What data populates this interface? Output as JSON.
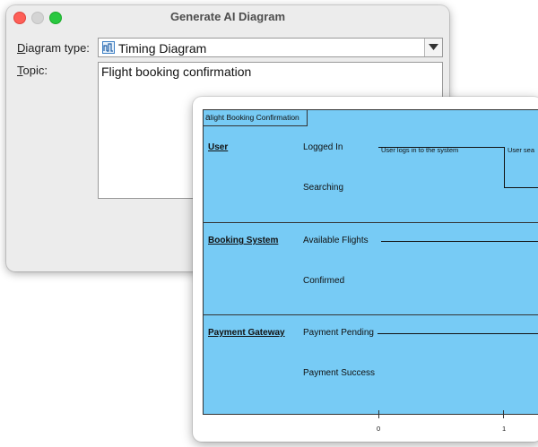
{
  "dialog": {
    "title": "Generate AI Diagram",
    "diagram_type_label_mnemonic": "D",
    "diagram_type_label_rest": "iagram type:",
    "diagram_type_value": "Timing Diagram",
    "topic_label_mnemonic": "T",
    "topic_label_rest": "opic:",
    "topic_value": "Flight booking confirmation"
  },
  "preview": {
    "frame_badge": "a",
    "frame_title": "light Booking Confirmation",
    "lifelines": [
      {
        "name": "User",
        "states": [
          "Logged In",
          "Searching"
        ]
      },
      {
        "name": "Booking System",
        "states": [
          "Available Flights",
          "Confirmed"
        ]
      },
      {
        "name": "Payment Gateway",
        "states": [
          "Payment Pending",
          "Payment Success"
        ]
      }
    ],
    "messages": [
      "User logs in to the system",
      "User sea"
    ],
    "ticks": [
      "0",
      "1"
    ]
  },
  "colors": {
    "frame_fill": "#77cbf5",
    "close": "#fe5f57",
    "minimize": "#d4d4d4",
    "maximize": "#29c840"
  }
}
